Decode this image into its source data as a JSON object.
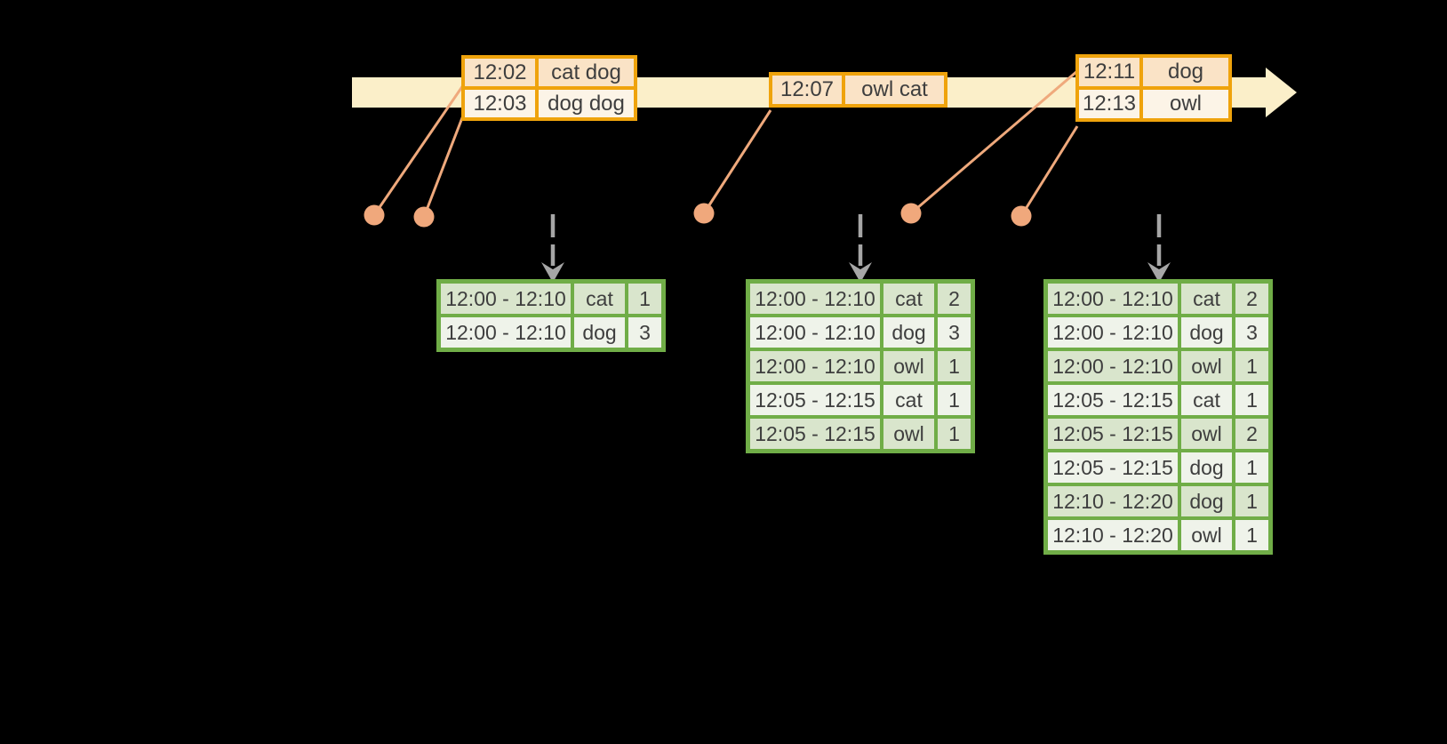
{
  "colors": {
    "background": "#000000",
    "timeline_band": "#FBEFC9",
    "event_box_border": "#EFA30C",
    "event_row_dark": "#FAE3C6",
    "event_row_light": "#FCF4E7",
    "connector_salmon": "#EFA97C",
    "table_border_green": "#70AD47",
    "table_row_dark": "#D9E5CC",
    "table_row_light": "#EFF3EA",
    "trigger_arrow_gray": "#A6A6A6",
    "text": "#3E3E3E"
  },
  "timeline": {
    "event_groups": [
      {
        "rows": [
          {
            "time": "12:02",
            "words": "cat dog"
          },
          {
            "time": "12:03",
            "words": "dog dog"
          }
        ]
      },
      {
        "rows": [
          {
            "time": "12:07",
            "words": "owl cat"
          }
        ]
      },
      {
        "rows": [
          {
            "time": "12:11",
            "words": "dog"
          },
          {
            "time": "12:13",
            "words": "owl"
          }
        ]
      }
    ]
  },
  "result_tables": [
    {
      "rows": [
        {
          "window": "12:00 - 12:10",
          "word": "cat",
          "count": "1"
        },
        {
          "window": "12:00 - 12:10",
          "word": "dog",
          "count": "3"
        }
      ]
    },
    {
      "rows": [
        {
          "window": "12:00 - 12:10",
          "word": "cat",
          "count": "2"
        },
        {
          "window": "12:00 - 12:10",
          "word": "dog",
          "count": "3"
        },
        {
          "window": "12:00 - 12:10",
          "word": "owl",
          "count": "1"
        },
        {
          "window": "12:05 - 12:15",
          "word": "cat",
          "count": "1"
        },
        {
          "window": "12:05 - 12:15",
          "word": "owl",
          "count": "1"
        }
      ]
    },
    {
      "rows": [
        {
          "window": "12:00 - 12:10",
          "word": "cat",
          "count": "2"
        },
        {
          "window": "12:00 - 12:10",
          "word": "dog",
          "count": "3"
        },
        {
          "window": "12:00 - 12:10",
          "word": "owl",
          "count": "1"
        },
        {
          "window": "12:05 - 12:15",
          "word": "cat",
          "count": "1"
        },
        {
          "window": "12:05 - 12:15",
          "word": "owl",
          "count": "2"
        },
        {
          "window": "12:05 - 12:15",
          "word": "dog",
          "count": "1"
        },
        {
          "window": "12:10 - 12:20",
          "word": "dog",
          "count": "1"
        },
        {
          "window": "12:10 - 12:20",
          "word": "owl",
          "count": "1"
        }
      ]
    }
  ]
}
